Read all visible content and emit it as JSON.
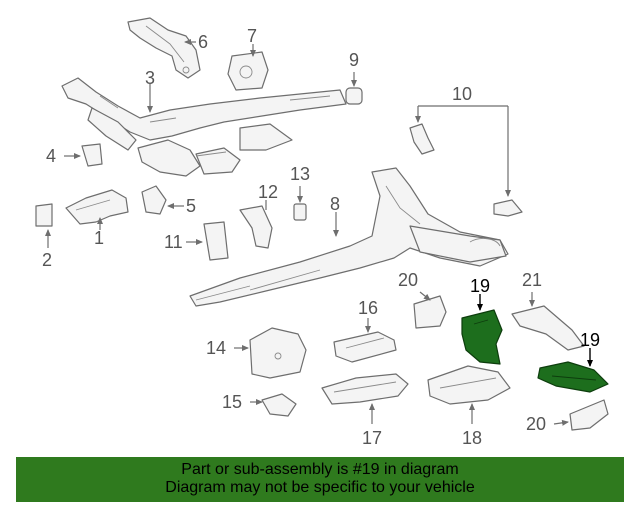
{
  "diagram": {
    "callouts": [
      "6",
      "7",
      "9",
      "3",
      "10",
      "4",
      "13",
      "5",
      "12",
      "8",
      "1",
      "2",
      "11",
      "20",
      "21",
      "19",
      "16",
      "14",
      "19",
      "15",
      "17",
      "18",
      "20"
    ],
    "highlighted_part": "19"
  },
  "footer": {
    "line1": "Part or sub-assembly is #19 in diagram",
    "line2": "Diagram may not be specific to your vehicle"
  },
  "colors": {
    "highlight": "#1d6e1d",
    "banner": "#2f7a1e"
  }
}
